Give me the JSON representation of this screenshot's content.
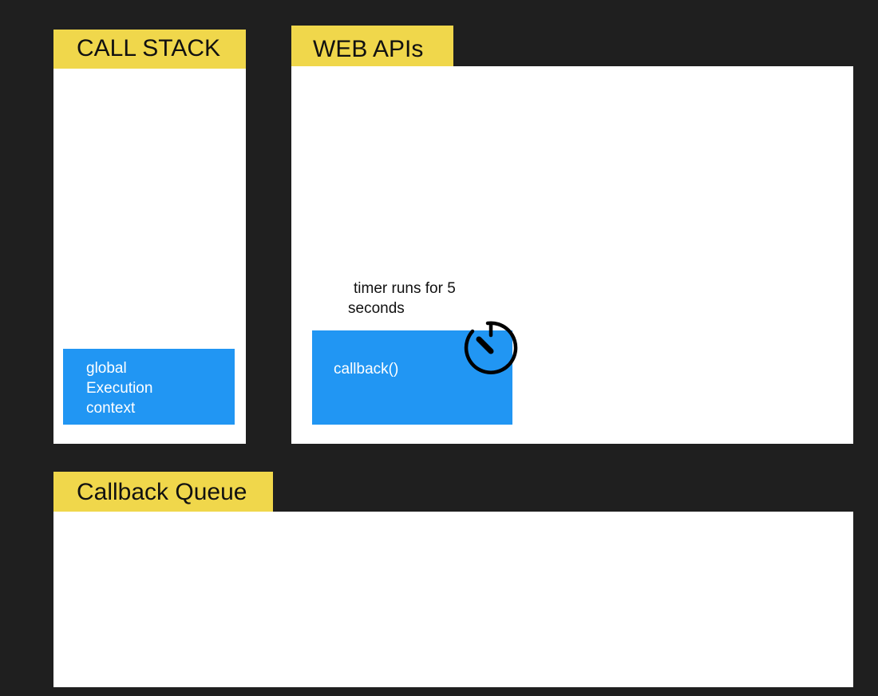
{
  "call_stack": {
    "title": "CALL STACK",
    "frames": [
      {
        "lines": [
          "global",
          "Execution",
          "context"
        ]
      }
    ]
  },
  "web_apis": {
    "title": "WEB APIs",
    "note_line1": "timer runs for 5",
    "note_line2": "seconds",
    "callback_label": "callback()",
    "timer_icon": "stopwatch-icon"
  },
  "callback_queue": {
    "title": "Callback Queue"
  },
  "colors": {
    "background": "#1f1f1f",
    "label_yellow": "#f0d74b",
    "panel_white": "#ffffff",
    "block_blue": "#2196f3"
  }
}
